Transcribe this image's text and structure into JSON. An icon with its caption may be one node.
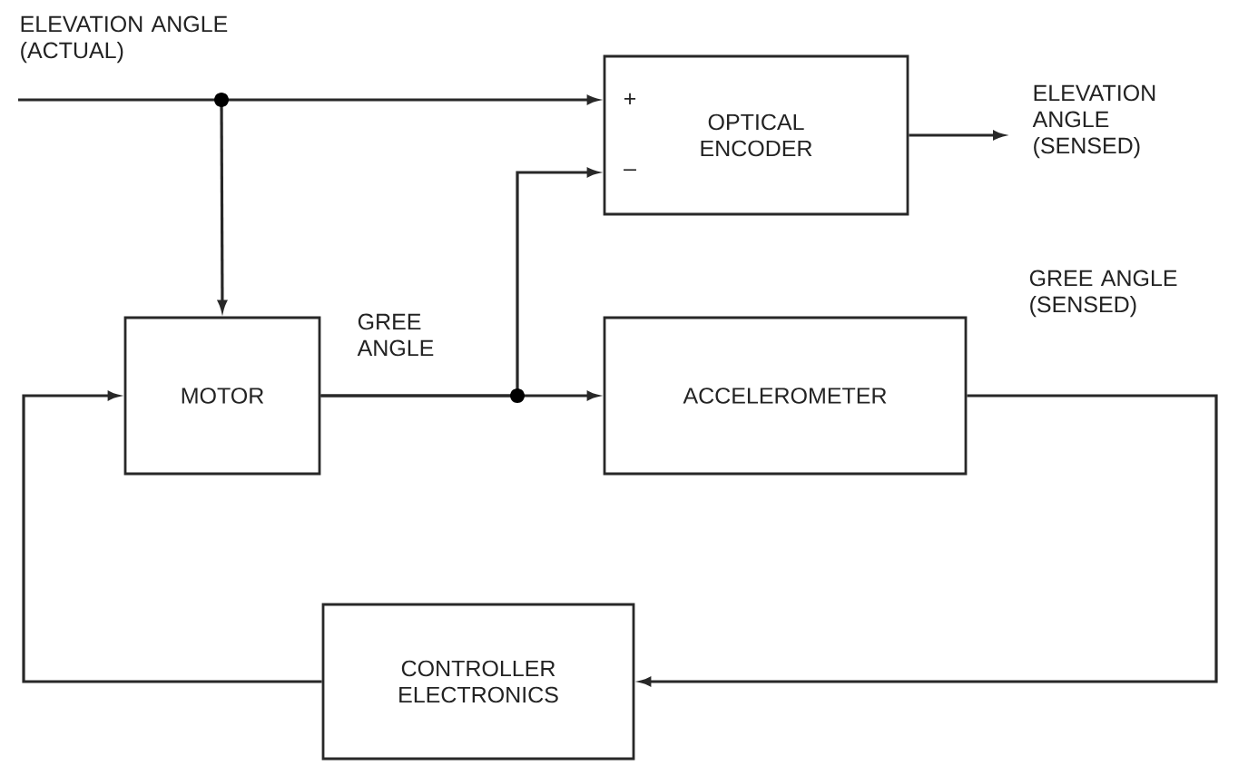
{
  "diagram": {
    "nodes": [
      {
        "text": [
          "OPTICAL ENCODER"
        ]
      },
      {
        "text": [
          "MOTOR"
        ]
      },
      {
        "text": [
          "ACCELEROMETER"
        ]
      },
      {
        "text": [
          "CONTROLLER ELECTRONICS"
        ]
      }
    ],
    "edges": [
      {
        "from": null,
        "to": 0,
        "arrow": "to",
        "label": "ELEVATION ANGLE (ACTUAL)"
      },
      {
        "from": null,
        "to": 1,
        "arrow": "to"
      },
      {
        "from": 0,
        "to": null,
        "arrow": "to",
        "label": "ELEVATION ANGLE (SENSED)"
      },
      {
        "from": 1,
        "to": 2,
        "arrow": "to",
        "label": "GREE ANGLE"
      },
      {
        "from": 1,
        "to": 0,
        "arrow": "to"
      },
      {
        "from": 2,
        "to": 3,
        "arrow": "to",
        "label": "GREE ANGLE (SENSED)"
      },
      {
        "from": 3,
        "to": 1,
        "arrow": "to"
      }
    ],
    "labels": [
      "+",
      "–"
    ]
  }
}
